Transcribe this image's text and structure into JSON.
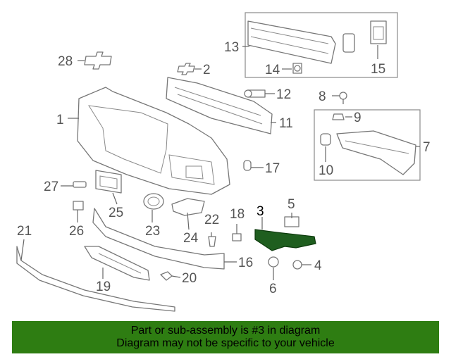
{
  "diagram": {
    "highlighted_part": "3",
    "highlight_color": "#2e7d12",
    "callouts": [
      "1",
      "2",
      "3",
      "4",
      "5",
      "6",
      "7",
      "8",
      "9",
      "10",
      "11",
      "12",
      "13",
      "14",
      "15",
      "16",
      "17",
      "18",
      "19",
      "20",
      "21",
      "22",
      "23",
      "24",
      "25",
      "26",
      "27",
      "28"
    ]
  },
  "banner": {
    "line1": "Part or sub-assembly is #3 in diagram",
    "line2": "Diagram may not be specific to your vehicle"
  }
}
